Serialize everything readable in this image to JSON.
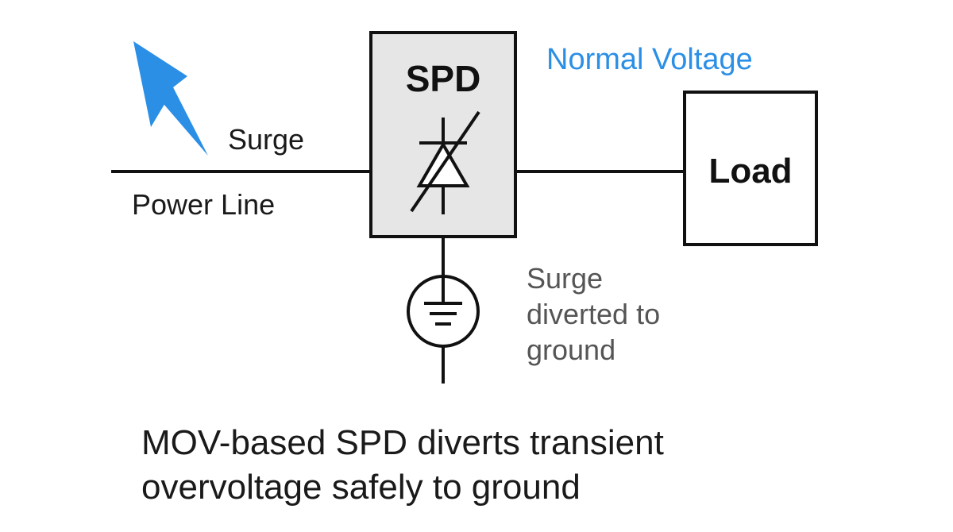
{
  "labels": {
    "surge": "Surge",
    "power_line": "Power Line",
    "spd": "SPD",
    "normal_voltage": "Normal Voltage",
    "load": "Load",
    "surge_diverted": [
      "Surge",
      "diverted to",
      "ground"
    ]
  },
  "caption": {
    "lines": [
      "MOV-based SPD diverts transient",
      "overvoltage safely to ground"
    ]
  },
  "colors": {
    "lightning": "#2b8fe6",
    "normal_voltage_text": "#2b8fe6",
    "spd_box_fill": "#e6e6e6",
    "line": "#111111",
    "diverted_text": "#555555"
  },
  "icons": {
    "lightning": "lightning-bolt-icon",
    "mov": "mov-varistor-icon",
    "ground": "ground-symbol-icon"
  }
}
